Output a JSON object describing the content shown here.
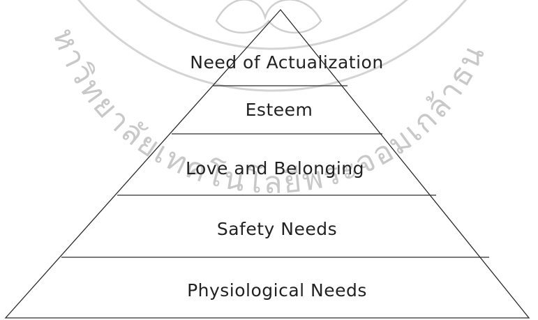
{
  "watermark": {
    "text": "มหาวิทยาลัยเทคโนโลยีพระจอมเกล้าธนบุรี",
    "color": "#c8c8c8"
  },
  "pyramid": {
    "line_color": "#2b2b2b",
    "levels": [
      {
        "id": "actualization",
        "label": "Need of Actualization"
      },
      {
        "id": "esteem",
        "label": "Esteem"
      },
      {
        "id": "love",
        "label": "Love and Belonging"
      },
      {
        "id": "safety",
        "label": "Safety Needs"
      },
      {
        "id": "physiological",
        "label": "Physiological Needs"
      }
    ]
  }
}
